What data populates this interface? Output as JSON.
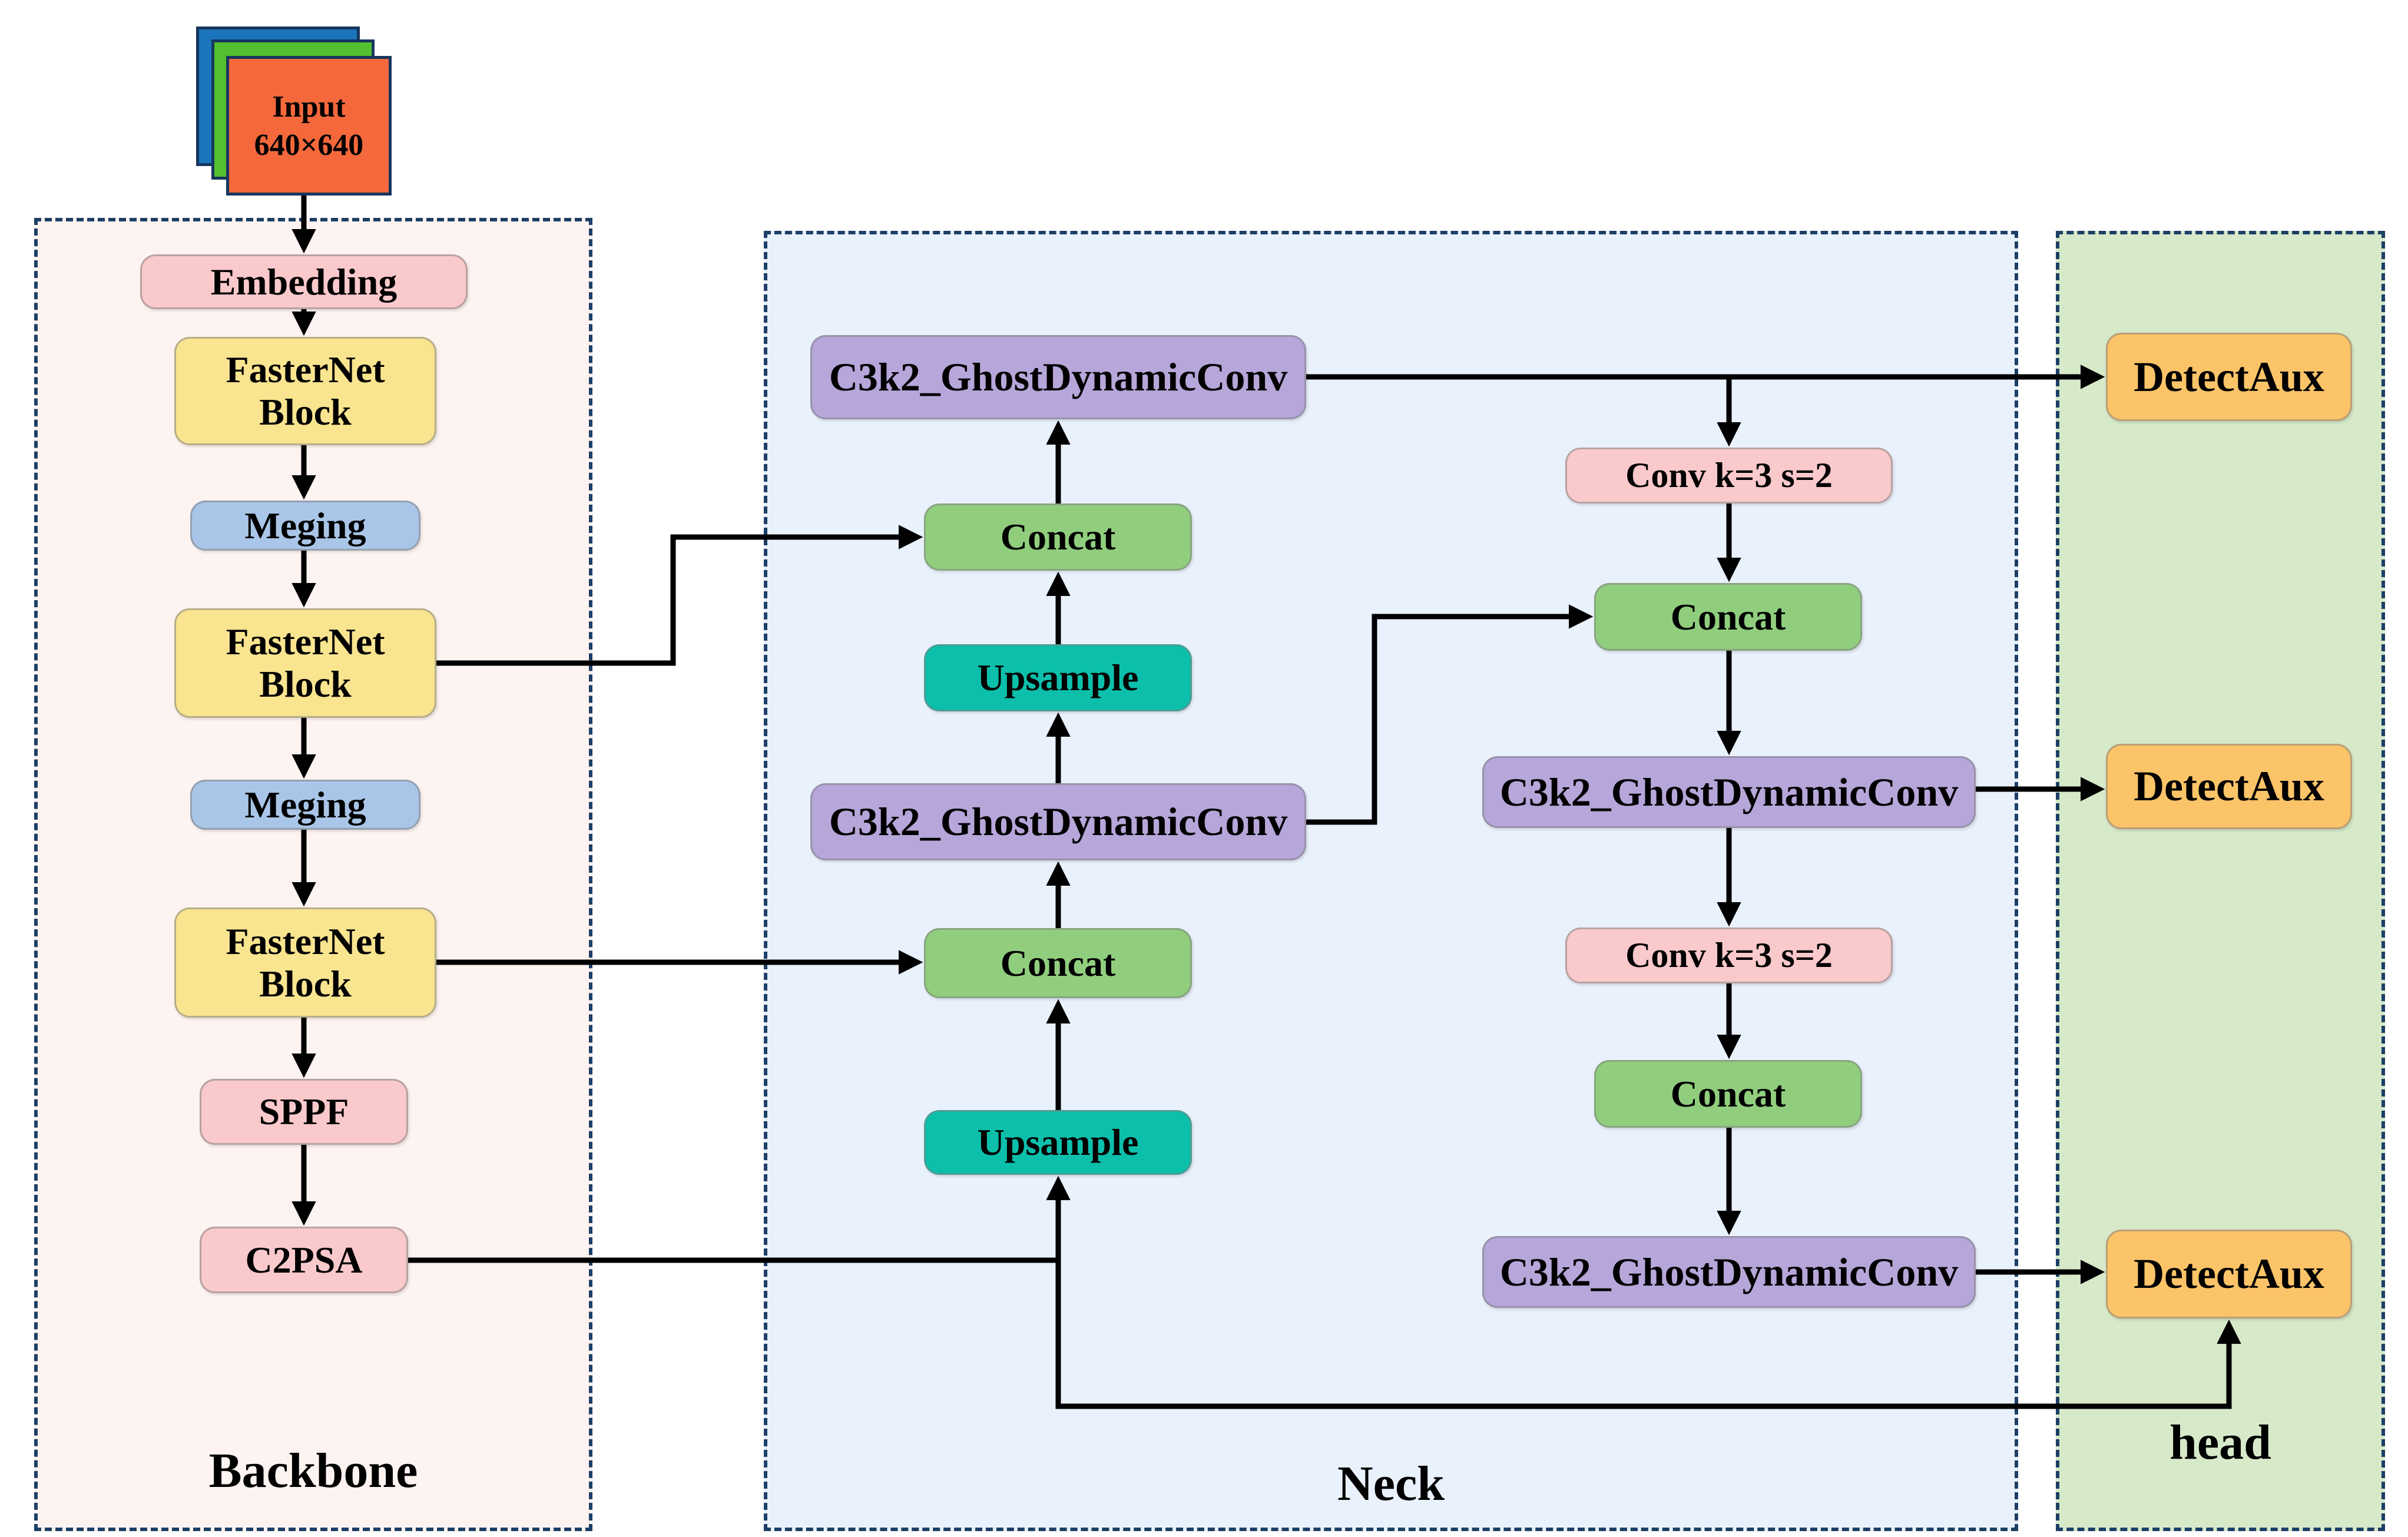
{
  "input_stack": {
    "label": "Input\n640×640"
  },
  "panels": {
    "backbone": {
      "label": "Backbone"
    },
    "neck": {
      "label": "Neck"
    },
    "head": {
      "label": "head"
    }
  },
  "backbone": {
    "blocks": {
      "embedding": "Embedding",
      "fasternet1": "FasterNet\nBlock",
      "meging1": "Meging",
      "fasternet2": "FasterNet\nBlock",
      "meging2": "Meging",
      "fasternet3": "FasterNet\nBlock",
      "sppf": "SPPF",
      "c2psa": "C2PSA"
    }
  },
  "neck": {
    "left_column": {
      "c3k2_top": "C3k2_GhostDynamicConv",
      "concat_top": "Concat",
      "upsample_top": "Upsample",
      "c3k2_mid": "C3k2_GhostDynamicConv",
      "concat_bottom": "Concat",
      "upsample_bottom": "Upsample"
    },
    "right_column": {
      "conv_top": "Conv k=3 s=2",
      "concat_top": "Concat",
      "c3k2_top": "C3k2_GhostDynamicConv",
      "conv_bottom": "Conv k=3 s=2",
      "concat_bottom": "Concat",
      "c3k2_bottom": "C3k2_GhostDynamicConv"
    }
  },
  "head": {
    "blocks": {
      "detectaux1": "DetectAux",
      "detectaux2": "DetectAux",
      "detectaux3": "DetectAux"
    }
  },
  "colors": {
    "panel_border_navy": "#1d3f66",
    "backbone_panel_fill": "#fdf3f1",
    "neck_panel_fill": "#e9f1fc",
    "head_panel_fill": "#d6e9c9",
    "pink_block": "#fac9cb",
    "yellow_block": "#f9e48f",
    "blue_block": "#a9c6e8",
    "purple_block": "#b6a6d9",
    "green_block": "#90ce7e",
    "teal_block": "#0cbfab",
    "orange_block": "#fcc468",
    "input_back_blue": "#1b75bc",
    "input_mid_green": "#53c12f",
    "input_front_red": "#f4683c",
    "edge_black": "#000000"
  }
}
